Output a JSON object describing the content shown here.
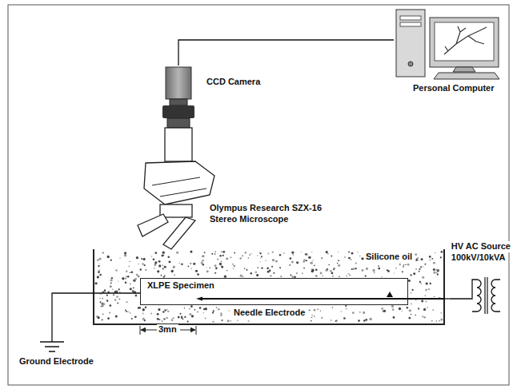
{
  "diagram": {
    "nodes": [
      {
        "text": [
          "CCD Camera"
        ]
      },
      {
        "text": [
          "Personal Computer"
        ]
      },
      {
        "text": [
          "Olympus Research SZX-16 Stereo Microscope"
        ]
      },
      {
        "text": [
          "Silicone oil"
        ]
      },
      {
        "text": [
          "XLPE Specimen"
        ],
        "in": 3
      },
      {
        "text": [
          "HV AC Source",
          "100kV/10kVA"
        ]
      }
    ],
    "edges": [
      {
        "from": 0,
        "to": 1,
        "arrow": "none"
      },
      {
        "from": 3,
        "to": 5,
        "arrow": "none"
      }
    ],
    "labels": [
      "3mn",
      "Needle Electrode",
      "Ground Electrode"
    ]
  }
}
